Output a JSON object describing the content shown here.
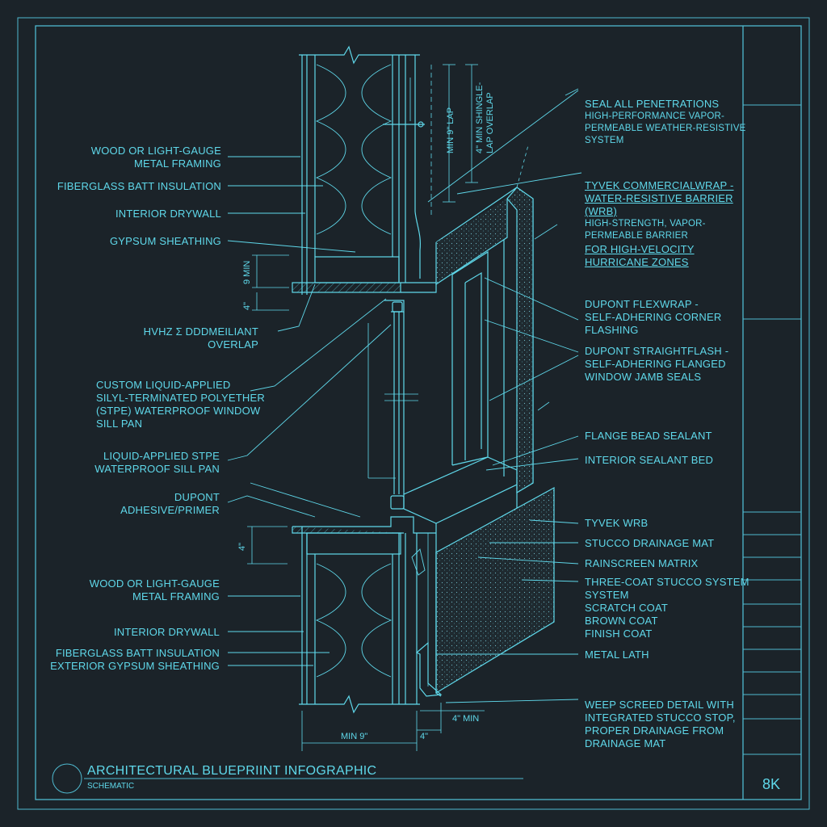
{
  "colors": {
    "background": "#1b2329",
    "line": "#5fd8ea",
    "frame": "#4fb9cf"
  },
  "left_labels": [
    {
      "id": "framing-top",
      "lines": [
        "WOOD OR LIGHT-GAUGE",
        "METAL FRAMING"
      ]
    },
    {
      "id": "batt-top",
      "lines": [
        "FIBERGLASS BATT INSULATION"
      ]
    },
    {
      "id": "drywall-top",
      "lines": [
        "INTERIOR DRYWALL"
      ]
    },
    {
      "id": "gypsum-top",
      "lines": [
        "GYPSUM SHEATHING"
      ]
    },
    {
      "id": "hvhz-overlap",
      "lines": [
        "HVHZ Σ DDDMEILIANT",
        "OVERLAP"
      ]
    },
    {
      "id": "custom-sill-pan",
      "lines": [
        "CUSTOM LIQUID-APPLIED",
        "SILYL-TERMINATED POLYETHER",
        "(STPE) WATERPROOF WINDOW",
        "SILL PAN"
      ]
    },
    {
      "id": "stpe-sill-pan",
      "lines": [
        "LIQUID-APPLIED STPE",
        "WATERPROOF SILL PAN"
      ]
    },
    {
      "id": "dupont-primer",
      "lines": [
        "DUPONT",
        "ADHESIVE/PRIMER"
      ]
    },
    {
      "id": "framing-bottom",
      "lines": [
        "WOOD OR LIGHT-GAUGE",
        "METAL FRAMING"
      ]
    },
    {
      "id": "drywall-bottom",
      "lines": [
        "INTERIOR DRYWALL"
      ]
    },
    {
      "id": "batt-bottom",
      "lines": [
        "FIBERGLASS BATT INSULATION",
        "EXTERIOR GYPSUM SHEATHING"
      ]
    }
  ],
  "right_labels": [
    {
      "id": "seal-penetrations",
      "lines": [
        "SEAL ALL PENETRATIONS"
      ],
      "sub": [
        "HIGH-PERFORMANCE VAPOR-",
        "PERMEABLE WEATHER-RESISTIVE",
        "SYSTEM"
      ]
    },
    {
      "id": "tyvek-commercialwrap",
      "lines": [
        "TYVEK COMMERCIALWRAP -",
        "WATER-RESISTIVE BARRIER",
        "(WRB)"
      ],
      "sub": [
        "HIGH-STRENGTH, VAPOR-",
        "PERMEABLE BARRIER"
      ]
    },
    {
      "id": "hurricane-zones",
      "lines": [
        "FOR HIGH-VELOCITY",
        "HURRICANE ZONES"
      ]
    },
    {
      "id": "flexwrap",
      "lines": [
        "DUPONT FLEXWRAP -",
        "SELF-ADHERING CORNER",
        "FLASHING"
      ]
    },
    {
      "id": "straightflash",
      "lines": [
        "DUPONT STRAIGHTFLASH -",
        "SELF-ADHERING FLANGED",
        "WINDOW JAMB SEALS"
      ]
    },
    {
      "id": "flange-bead",
      "lines": [
        "FLANGE BEAD SEALANT"
      ]
    },
    {
      "id": "interior-sealant",
      "lines": [
        "INTERIOR SEALANT BED"
      ]
    },
    {
      "id": "tyvek-wrb",
      "lines": [
        "TYVEK WRB"
      ]
    },
    {
      "id": "drainage-mat",
      "lines": [
        "STUCCO DRAINAGE MAT"
      ]
    },
    {
      "id": "rainscreen",
      "lines": [
        "RAINSCREEN MATRIX"
      ]
    },
    {
      "id": "three-coat",
      "lines": [
        "THREE-COAT STUCCO SYSTEM",
        "SYSTEM",
        "SCRATCH COAT",
        "BROWN COAT",
        "FINISH COAT"
      ]
    },
    {
      "id": "metal-lath",
      "lines": [
        "METAL LATH"
      ]
    },
    {
      "id": "weep-screed",
      "lines": [
        "WEEP SCREED DETAIL WITH",
        "INTEGRATED STUCCO STOP,",
        "PROPER DRAINAGE FROM",
        "DRAINAGE MAT"
      ]
    }
  ],
  "dimensions": {
    "min_9_lap": "MIN 9\" LAP",
    "shingle_lap": "4\" MIN SHINGLE-\nLAP OVERLAP",
    "nine_min": "9 MIN",
    "four_in_top": "4\"",
    "four_in_bottom": "4\"",
    "min_9_bottom": "MIN 9\"",
    "four_in_sill": "4\"",
    "four_min": "4\" MIN"
  },
  "title": {
    "main": "ARCHITECTURAL BLUEPRIINT INFOGRAPHIC",
    "sub": "SCHEMATIC",
    "badge": "8K"
  }
}
